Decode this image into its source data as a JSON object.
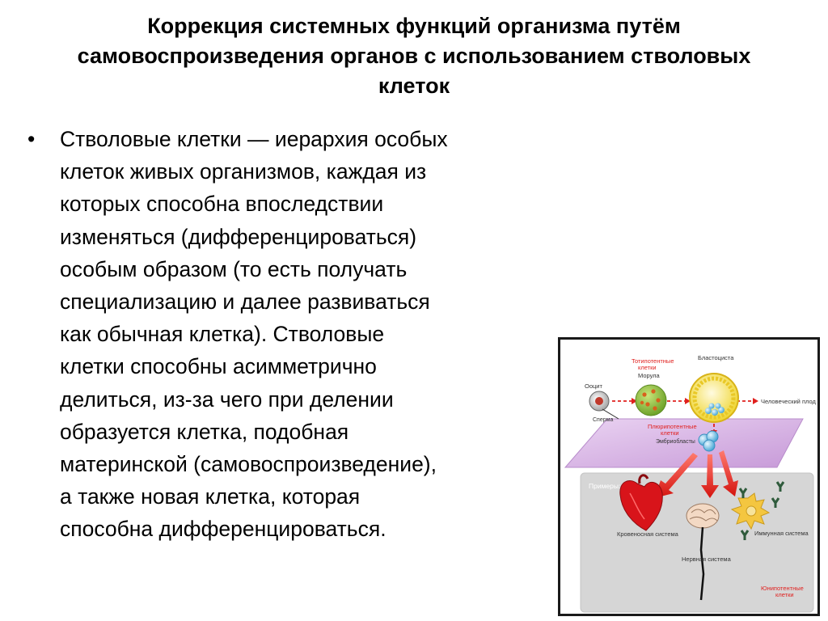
{
  "slide": {
    "title": "Коррекция системных функций организма путём самовоспроизведения органов  с использованием стволовых клеток",
    "bullet_symbol": "•",
    "bullet_text": "Стволовые клетки — иерархия особых\nклеток живых организмов, каждая из\nкоторых способна впоследствии\nизменяться (дифференцироваться)\nособым образом (то есть получать\nспециализацию и далее развиваться\nкак обычная клетка). Стволовые\nклетки способны асимметрично\nделиться, из-за чего при делении\nобразуется клетка, подобная\nматеринской (самовоспроизведение),\nа также новая клетка, которая\nспособна дифференцироваться."
  },
  "diagram": {
    "totipotent_line1": "Тотипотентные",
    "totipotent_line2": "клетки",
    "morula": "Морула",
    "blastocyst": "Бластоциста",
    "oocyte": "Ооцит",
    "sperm": "Сперма",
    "human_fetus": "Человеческий плод",
    "pluripotent_line1": "Плюрипотентные",
    "pluripotent_line2": "клетки",
    "embryoblasts": "Эмбриобласты",
    "examples": "Примеры:",
    "circulatory": "Кровеносная система",
    "immune": "Иммунная система",
    "nervous": "Нервная система",
    "unipotent_line1": "Юнипотентные",
    "unipotent_line2": "клетки",
    "colors": {
      "accent_red": "#e0201e",
      "plane_purple": "#d9b6e6",
      "panel_gray": "#d6d6d6",
      "cell_green": "#8fc23a",
      "blasto_yellow": "#f2e04a"
    }
  }
}
